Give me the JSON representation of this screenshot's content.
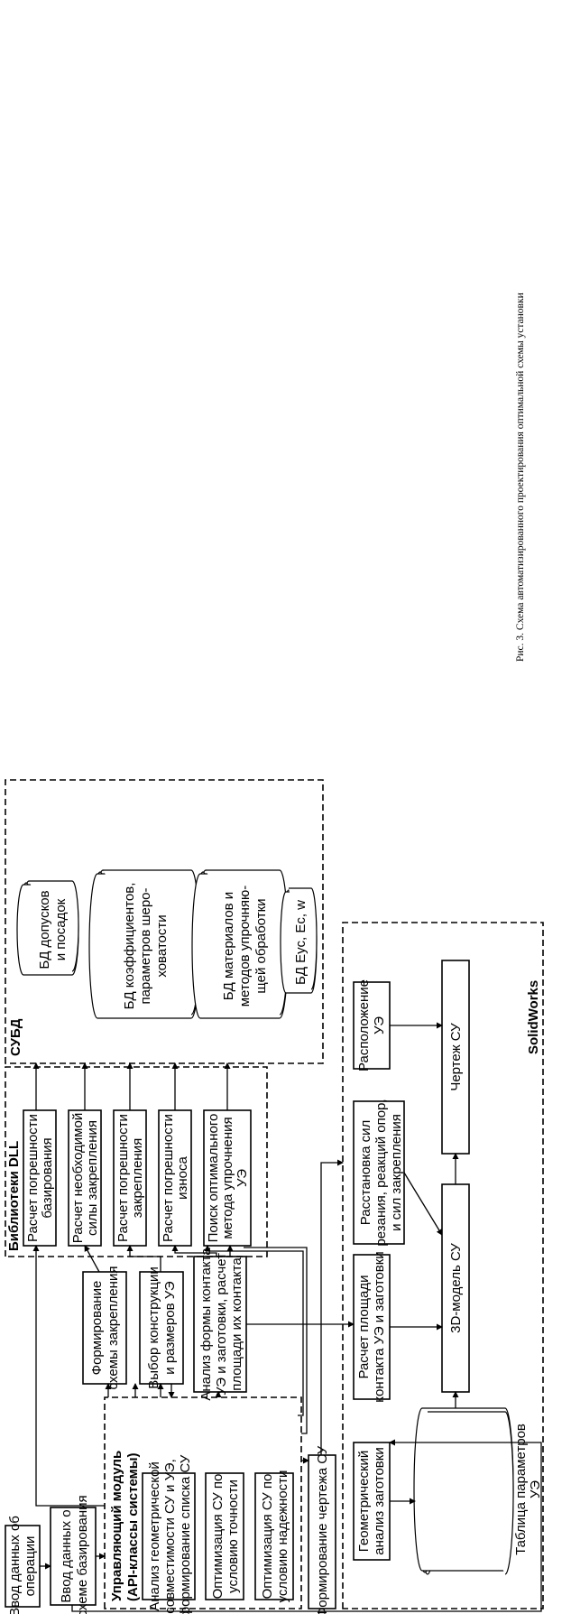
{
  "caption": "Рис. 3. Схема автоматизированного проектирования оптимальной схемы установки",
  "groups": {
    "dbms": "СУБД",
    "dll": "Библиотеки DLL",
    "solidworks": "SolidWorks"
  },
  "databases": {
    "tolerances": [
      "БД допусков",
      "и посадок"
    ],
    "coefficients": [
      "БД коэффициентов,",
      "параметров шеро-",
      "ховатости"
    ],
    "materials": [
      "БД материалов и",
      "методов упрочняю-",
      "щей обработки"
    ],
    "moduli": "БД Eус, Eс, w",
    "element_params": [
      "Таблица параметров",
      "УЭ"
    ]
  },
  "dll_items": {
    "basing_error": [
      "Расчет погрешности",
      "базирования"
    ],
    "clamp_force": [
      "Расчет необходимой",
      "силы закрепления"
    ],
    "clamp_error": [
      "Расчет погрешности",
      "закрепления"
    ],
    "wear_error": [
      "Расчет погрешности",
      "износа"
    ],
    "hardening": [
      "Поиск оптимального",
      "метода упрочнения",
      "УЭ"
    ]
  },
  "middle": {
    "clamp_scheme": [
      "Формирование",
      "схемы закрепления"
    ],
    "select_design": [
      "Выбор конструкции",
      "и размеров УЭ"
    ],
    "contact_analysis": [
      "Анализ формы контакта",
      "УЭ и заготовки, расчет",
      "площади их контакта"
    ]
  },
  "control": {
    "title": [
      "Управляющий модуль",
      "(API-классы системы)"
    ],
    "compat": [
      "Анализ геометрической",
      "совместимости СУ и УЭ,",
      "формирование списка СУ"
    ],
    "opt_accuracy": [
      "Оптимизация СУ по",
      "условию точности"
    ],
    "opt_reliability": [
      "Оптимизация СУ по",
      "условию надежности"
    ]
  },
  "inputs": {
    "operation": [
      "Ввод данных об",
      "операции"
    ],
    "basing": [
      "Ввод данных о",
      "схеме базирования"
    ]
  },
  "drawing_form": "Формирование чертежа СУ",
  "sw_items": {
    "geom_analysis": [
      "Геометрический",
      "анализ заготовки"
    ],
    "contact_area": [
      "Расчет площади",
      "контакта УЭ и заготовки"
    ],
    "forces": [
      "Расстановка сил",
      "резания, реакций опор,",
      "и сил закрепления"
    ],
    "placement": [
      "Расположение",
      "УЭ"
    ],
    "model3d": "3D-модель СУ",
    "drawing": "Чертеж СУ"
  }
}
